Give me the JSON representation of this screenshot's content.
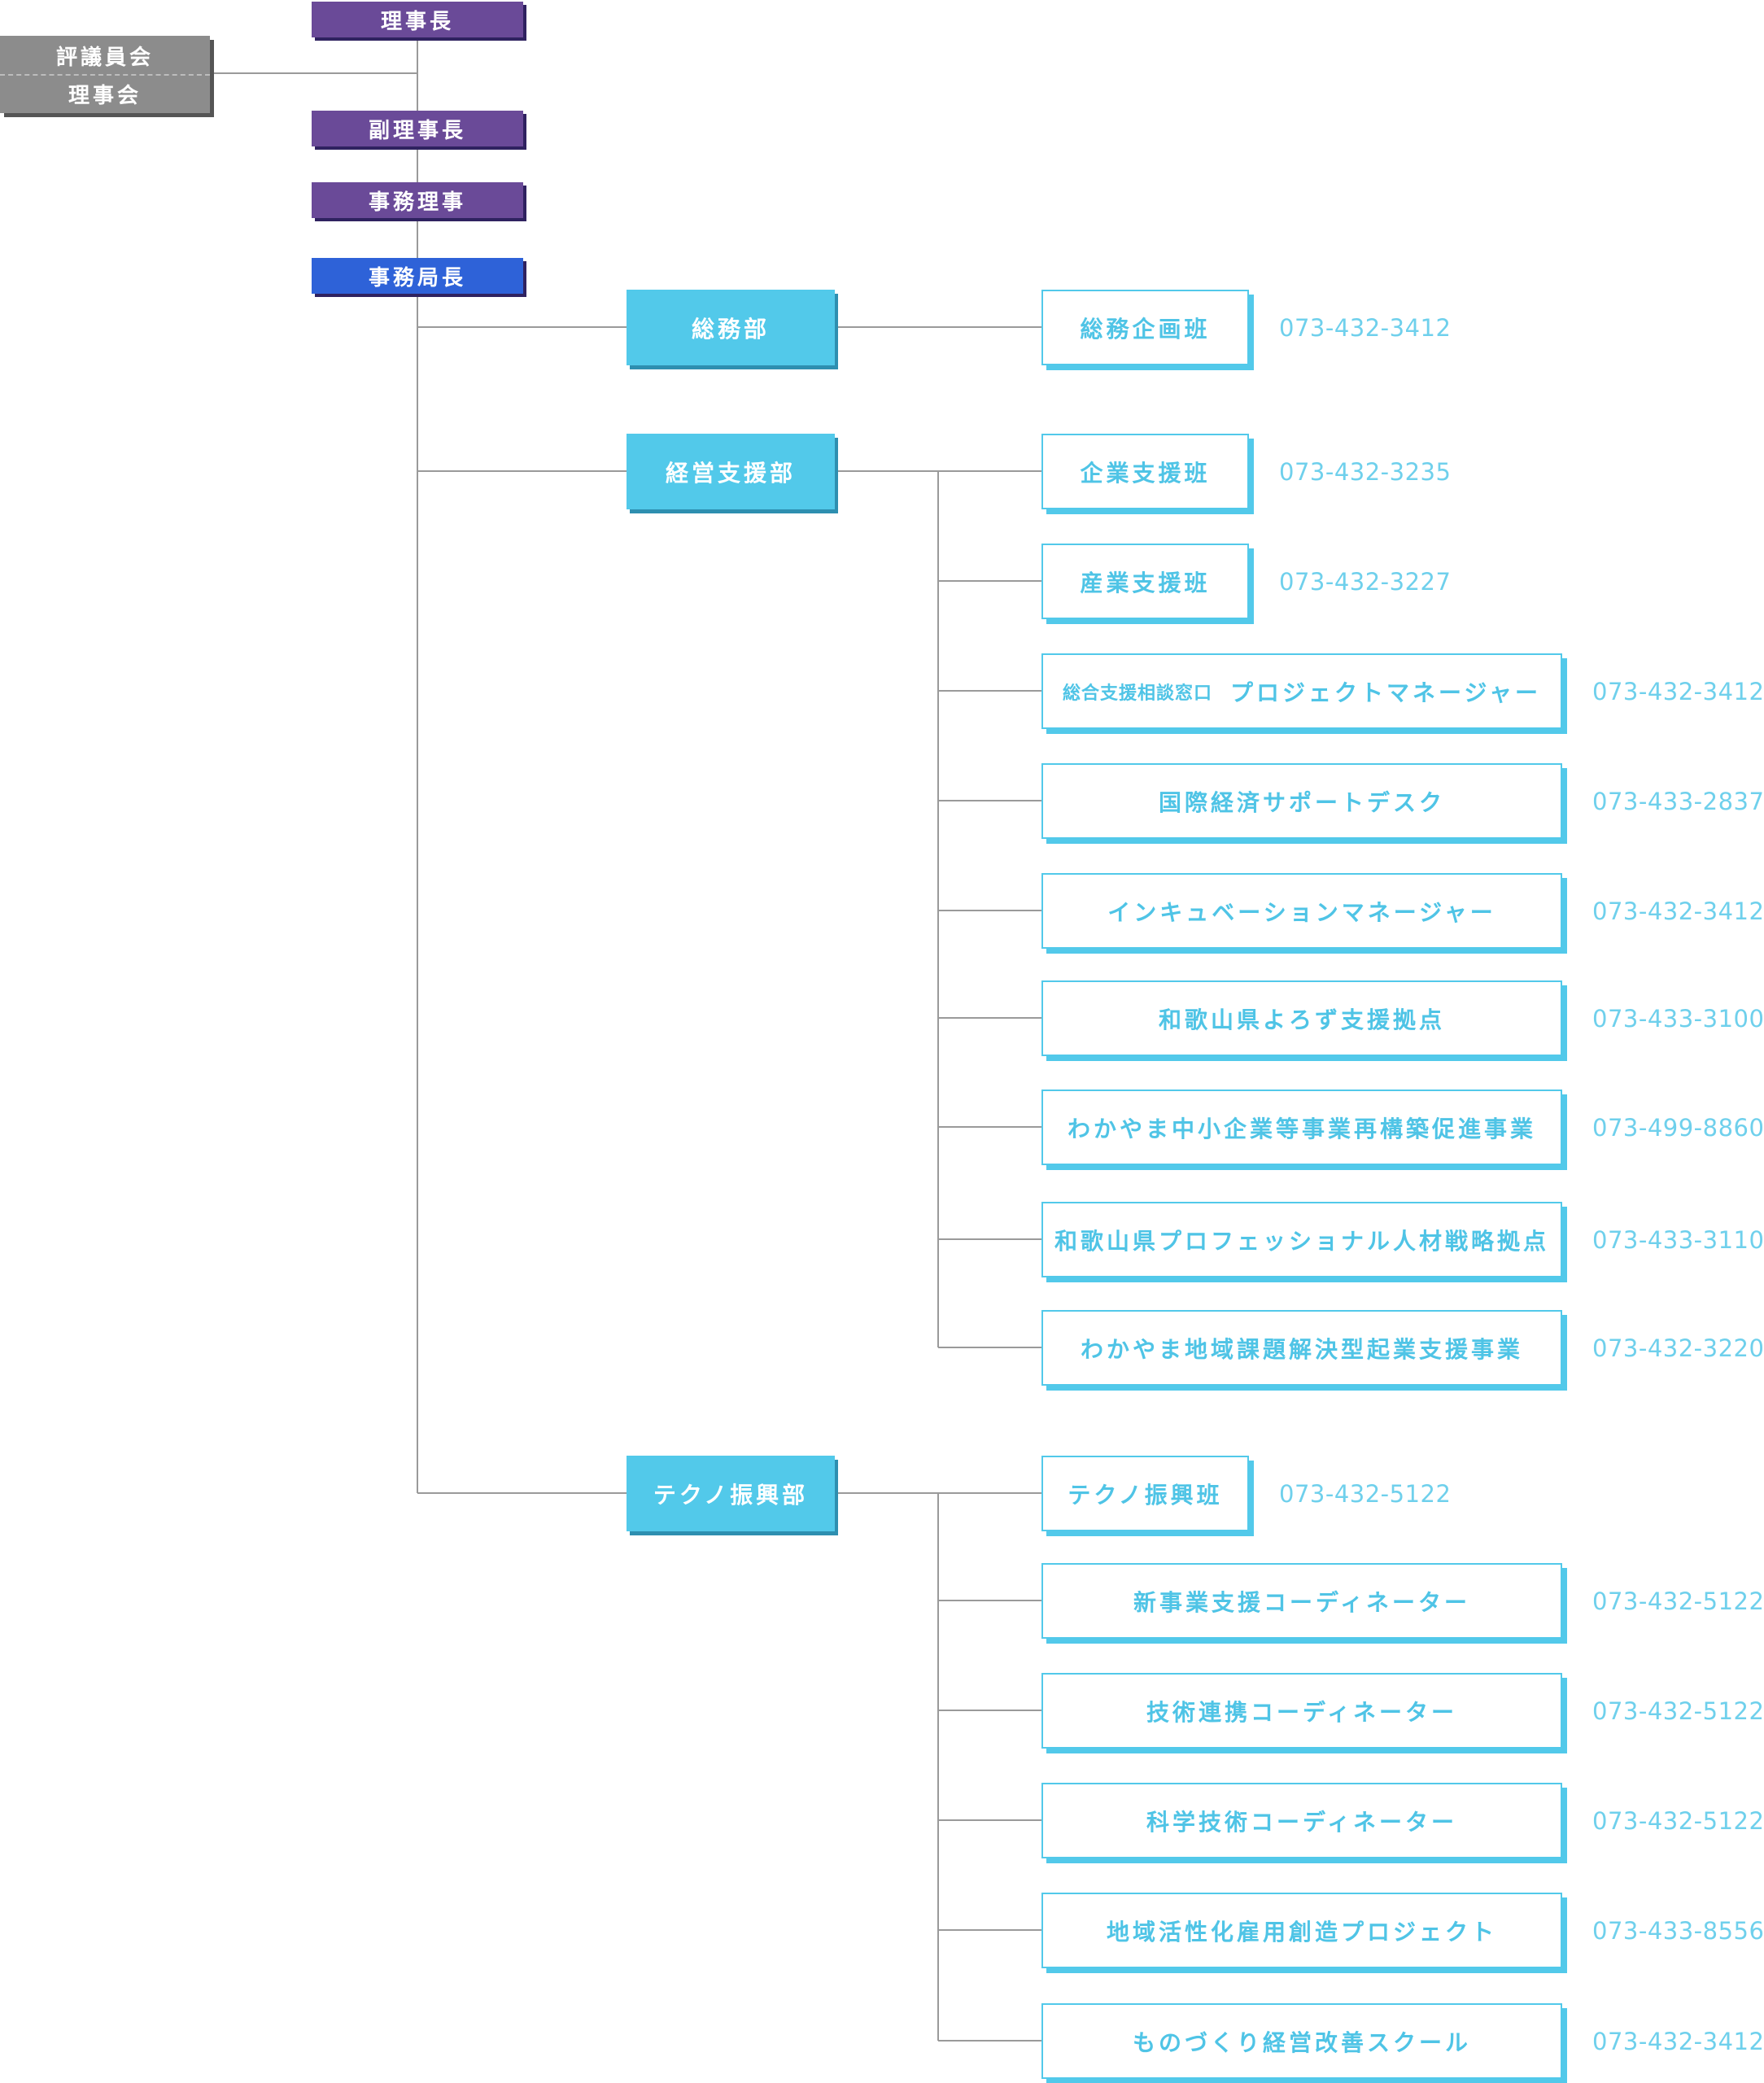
{
  "council": {
    "line1": "評議員会",
    "line2": "理事会"
  },
  "executives": [
    {
      "label": "理事長"
    },
    {
      "label": "副理事長"
    },
    {
      "label": "事務理事"
    },
    {
      "label": "事務局長"
    }
  ],
  "departments": [
    {
      "name": "総務部",
      "units": [
        {
          "name": "総務企画班",
          "phone": "073-432-3412"
        }
      ]
    },
    {
      "name": "経営支援部",
      "units": [
        {
          "name": "企業支援班",
          "phone": "073-432-3235"
        },
        {
          "name": "産業支援班",
          "phone": "073-432-3227"
        },
        {
          "prefix": "総合支援相談窓口",
          "name": "プロジェクトマネージャー",
          "phone": "073-432-3412"
        },
        {
          "name": "国際経済サポートデスク",
          "phone": "073-433-2837"
        },
        {
          "name": "インキュベーションマネージャー",
          "phone": "073-432-3412"
        },
        {
          "name": "和歌山県よろず支援拠点",
          "phone": "073-433-3100"
        },
        {
          "name": "わかやま中小企業等事業再構築促進事業",
          "phone": "073-499-8860"
        },
        {
          "name": "和歌山県プロフェッショナル人材戦略拠点",
          "phone": "073-433-3110"
        },
        {
          "name": "わかやま地域課題解決型起業支援事業",
          "phone": "073-432-3220"
        }
      ]
    },
    {
      "name": "テクノ振興部",
      "units": [
        {
          "name": "テクノ振興班",
          "phone": "073-432-5122"
        },
        {
          "name": "新事業支援コーディネーター",
          "phone": "073-432-5122"
        },
        {
          "name": "技術連携コーディネーター",
          "phone": "073-432-5122"
        },
        {
          "name": "科学技術コーディネーター",
          "phone": "073-432-5122"
        },
        {
          "name": "地域活性化雇用創造プロジェクト",
          "phone": "073-433-8556"
        },
        {
          "name": "ものづくり経営改善スクール",
          "phone": "073-432-3412"
        }
      ]
    }
  ]
}
